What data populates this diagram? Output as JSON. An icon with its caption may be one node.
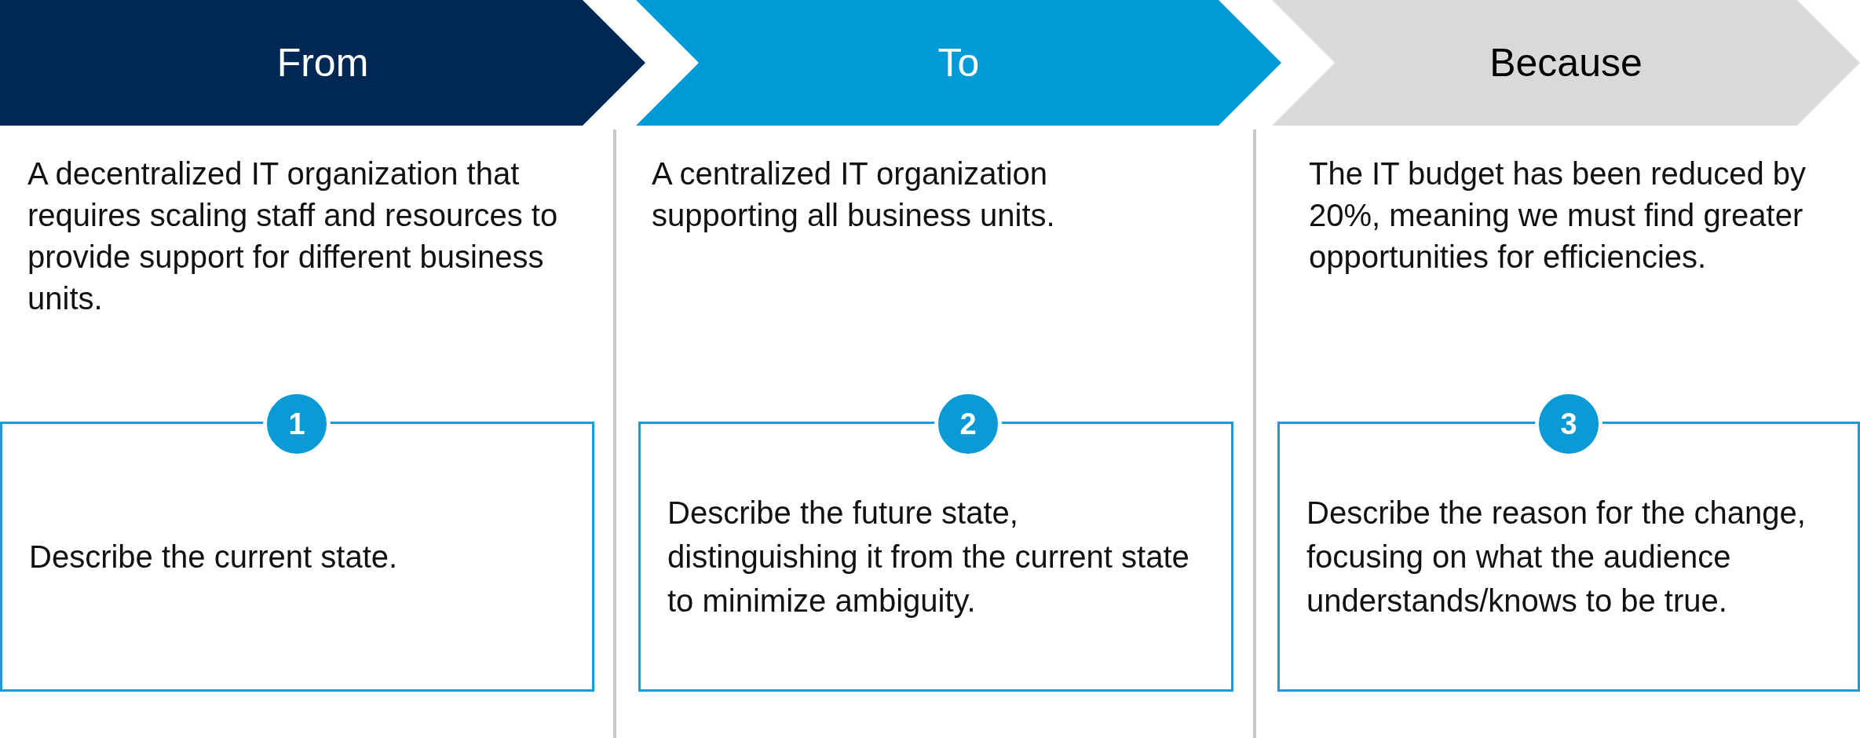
{
  "diagram": {
    "nodes": [
      {
        "text": [
          "From"
        ],
        "beside": [
          "A decentralized IT organization that requires scaling staff and resources to provide support for different business units."
        ]
      },
      {
        "text": [
          "To"
        ],
        "beside": [
          "A centralized IT organization supporting all business units."
        ]
      },
      {
        "text": [
          "Because"
        ],
        "beside": [
          "The IT budget has been reduced by 20%, meaning we must find greater opportunities for efficiencies."
        ]
      },
      {
        "text": [
          "1"
        ]
      },
      {
        "text": [
          "Describe the current state."
        ]
      },
      {
        "text": [
          "2"
        ]
      },
      {
        "text": [
          "Describe the future state, distinguishing it from the current state to minimize ambiguity."
        ]
      },
      {
        "text": [
          "3"
        ]
      },
      {
        "text": [
          "Describe the reason for the change, focusing on what the audience understands/knows to be true."
        ]
      }
    ],
    "edges": []
  }
}
